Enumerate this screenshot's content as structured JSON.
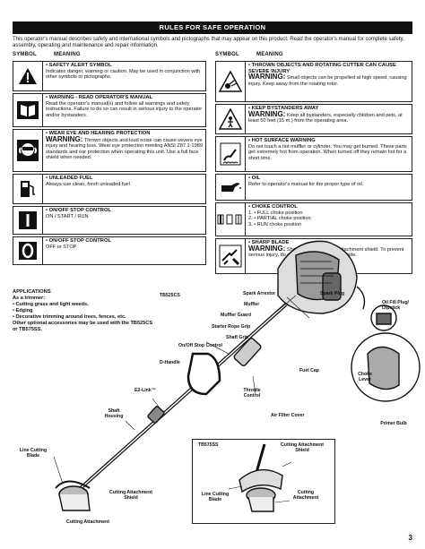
{
  "title": "RULES FOR SAFE OPERATION",
  "intro": "This operator's manual describes safety and international symbols and pictographs that may appear on this product. Read the operator's manual for complete safety, assembly, operating and maintenance and repair information.",
  "col_symbol": "SYMBOL",
  "col_meaning": "MEANING",
  "left": [
    {
      "icon": "safety-alert-icon",
      "head": "• SAFETY ALERT SYMBOL",
      "big": "",
      "body": "Indicates danger, warning or caution. May be used in conjunction with other symbols or pictographs."
    },
    {
      "icon": "read-manual-icon",
      "head": "• WARNING - READ OPERATOR'S MANUAL",
      "big": "",
      "body": "Read the operator's manual(s) and follow all warnings and safety instructions. Failure to do so can result in serious injury to the operator and/or bystanders."
    },
    {
      "icon": "eye-hearing-icon",
      "head": "• WEAR EYE AND HEARING PROTECTION",
      "big": "WARNING:",
      "body": "Thrown objects and loud noise can cause severe eye injury and hearing loss. Wear eye protection meeting ANSI Z87.1-1989 standards and ear protection when operating this unit. Use a full face shield when needed."
    },
    {
      "icon": "fuel-pump-icon",
      "head": "• UNLEADED FUEL",
      "big": "",
      "body": "Always use clean, fresh unleaded fuel"
    },
    {
      "icon": "on-start-run-icon",
      "head": "• ON/OFF STOP CONTROL",
      "big": "",
      "body": "ON / START / RUN"
    },
    {
      "icon": "off-stop-icon",
      "head": "• ON/OFF STOP CONTROL",
      "big": "",
      "body": "OFF or STOP"
    }
  ],
  "right": [
    {
      "icon": "thrown-objects-icon",
      "head": "• THROWN OBJECTS AND ROTATING CUTTER CAN CAUSE SEVERE INJURY",
      "big": "WARNING:",
      "body": "Small objects can be propelled at high speed, causing injury. Keep away from the rotating rotor."
    },
    {
      "icon": "bystanders-away-icon",
      "head": "• KEEP BYSTANDERS AWAY",
      "big": "WARNING:",
      "body": "Keep all bystanders, especially children and pets, at least 50 feet (15 m.) from the operating area."
    },
    {
      "icon": "hot-surface-icon",
      "head": "• HOT SURFACE WARNING",
      "big": "",
      "body": "Do not touch a hot muffler or cylinder. You may get burned. These parts get extremely hot from operation. When turned off they remain hot for a short time."
    },
    {
      "icon": "oil-can-icon",
      "head": "• OIL",
      "big": "",
      "body": "Refer to operator's manual for the proper type of oil."
    },
    {
      "icon": "choke-icon",
      "head": "• CHOKE CONTROL",
      "big": "",
      "body": "",
      "list": [
        "1. • FULL choke position",
        "2. • PARTIAL choke position",
        "3. • RUN choke position"
      ]
    },
    {
      "icon": "sharp-blade-icon",
      "head": "• SHARP BLADE",
      "big": "WARNING:",
      "body": "Sharp blade on cutting attachment shield. To prevent serious injury, do not touch the line cutting blade."
    }
  ],
  "applications": {
    "title": "APPLICATIONS",
    "subtitle": "As a trimmer:",
    "items": [
      "• Cutting grass and light weeds.",
      "• Edging",
      "• Decorative trimming around trees, fences, etc."
    ],
    "note": "Other optional accessories may be used with the TB525CS or TB575SS."
  },
  "model_main": "TB525CS",
  "model_inset": "TB575SS",
  "labels": {
    "spark_arrestor": "Spark Arrestor",
    "spark_plug": "Spark Plug",
    "muffler": "Muffler",
    "muffler_guard": "Muffler Guard",
    "oil_fill": "Oil Fill Plug/ Dipstick",
    "starter_rope": "Starter Rope Grip",
    "shaft_grip": "Shaft Grip",
    "onoff": "On/Off Stop Control",
    "dhandle": "D-Handle",
    "fuel_cap": "Fuel Cap",
    "choke_lever": "Choke Lever",
    "ezlink": "E2-Link™",
    "throttle": "Throttle Control",
    "shaft_housing": "Shaft Housing",
    "air_filter": "Air Filter Cover",
    "primer": "Primer Bulb",
    "line_blade": "Line Cutting Blade",
    "cut_shield": "Cutting Attachment Shield",
    "cut_attach": "Cutting Attachment",
    "inset_shield": "Cutting Attachment Shield",
    "inset_blade": "Line Cutting Blade",
    "inset_attach": "Cutting Attachment"
  },
  "page_number": "3"
}
